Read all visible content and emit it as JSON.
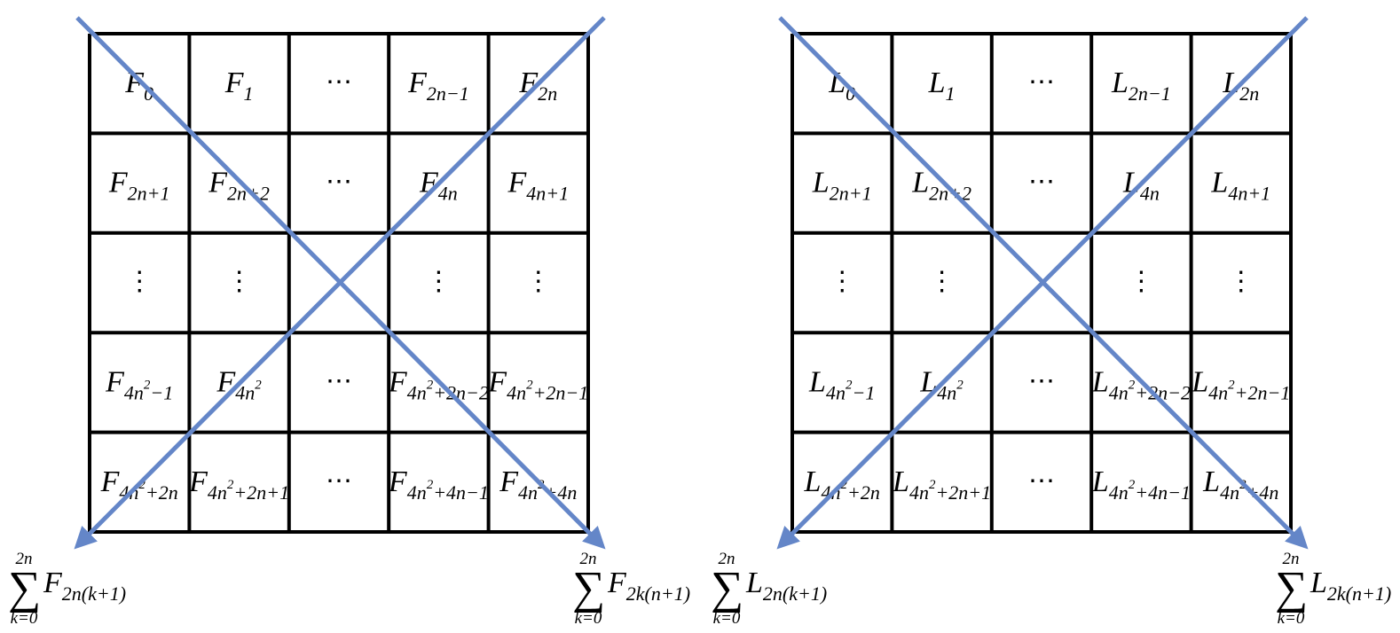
{
  "matrices": [
    {
      "name": "fibonacci",
      "rows": [
        [
          {
            "sym": "F",
            "sub": "0"
          },
          {
            "sym": "F",
            "sub": "1"
          },
          {
            "text": "⋯"
          },
          {
            "sym": "F",
            "sub": "2n−1"
          },
          {
            "sym": "F",
            "sub": "2n"
          }
        ],
        [
          {
            "sym": "F",
            "sub": "2n+1"
          },
          {
            "sym": "F",
            "sub": "2n+2"
          },
          {
            "text": "⋯"
          },
          {
            "sym": "F",
            "sub": "4n"
          },
          {
            "sym": "F",
            "sub": "4n+1"
          }
        ],
        [
          {
            "text": "⋮"
          },
          {
            "text": "⋮"
          },
          {
            "text": "⋱"
          },
          {
            "text": "⋮"
          },
          {
            "text": "⋮"
          }
        ],
        [
          {
            "sym": "F",
            "sub": "4n",
            "sup": "2",
            "rest": "−1"
          },
          {
            "sym": "F",
            "sub": "4n",
            "sup": "2",
            "rest": ""
          },
          {
            "text": "⋯"
          },
          {
            "sym": "F",
            "sub": "4n",
            "sup": "2",
            "rest": "+2n−2"
          },
          {
            "sym": "F",
            "sub": "4n",
            "sup": "2",
            "rest": "+2n−1"
          }
        ],
        [
          {
            "sym": "F",
            "sub": "4n",
            "sup": "2",
            "rest": "+2n"
          },
          {
            "sym": "F",
            "sub": "4n",
            "sup": "2",
            "rest": "+2n+1"
          },
          {
            "text": "⋯"
          },
          {
            "sym": "F",
            "sub": "4n",
            "sup": "2",
            "rest": "+4n−1"
          },
          {
            "sym": "F",
            "sub": "4n",
            "sup": "2",
            "rest": "+4n"
          }
        ]
      ],
      "sums": [
        {
          "upper": "2n",
          "lower": "k=0",
          "sym": "F",
          "sub": "2n(k+1)"
        },
        {
          "upper": "2n",
          "lower": "k=0",
          "sym": "F",
          "sub": "2k(n+1)"
        }
      ]
    },
    {
      "name": "lucas",
      "rows": [
        [
          {
            "sym": "L",
            "sub": "0"
          },
          {
            "sym": "L",
            "sub": "1"
          },
          {
            "text": "⋯"
          },
          {
            "sym": "L",
            "sub": "2n−1"
          },
          {
            "sym": "L",
            "sub": "2n"
          }
        ],
        [
          {
            "sym": "L",
            "sub": "2n+1"
          },
          {
            "sym": "L",
            "sub": "2n+2"
          },
          {
            "text": "⋯"
          },
          {
            "sym": "L",
            "sub": "4n"
          },
          {
            "sym": "L",
            "sub": "4n+1"
          }
        ],
        [
          {
            "text": "⋮"
          },
          {
            "text": "⋮"
          },
          {
            "text": "⋱"
          },
          {
            "text": "⋮"
          },
          {
            "text": "⋮"
          }
        ],
        [
          {
            "sym": "L",
            "sub": "4n",
            "sup": "2",
            "rest": "−1"
          },
          {
            "sym": "L",
            "sub": "4n",
            "sup": "2",
            "rest": ""
          },
          {
            "text": "⋯"
          },
          {
            "sym": "L",
            "sub": "4n",
            "sup": "2",
            "rest": "+2n−2"
          },
          {
            "sym": "L",
            "sub": "4n",
            "sup": "2",
            "rest": "+2n−1"
          }
        ],
        [
          {
            "sym": "L",
            "sub": "4n",
            "sup": "2",
            "rest": "+2n"
          },
          {
            "sym": "L",
            "sub": "4n",
            "sup": "2",
            "rest": "+2n+1"
          },
          {
            "text": "⋯"
          },
          {
            "sym": "L",
            "sub": "4n",
            "sup": "2",
            "rest": "+4n−1"
          },
          {
            "sym": "L",
            "sub": "4n",
            "sup": "2",
            "rest": "+4n"
          }
        ]
      ],
      "sums": [
        {
          "upper": "2n",
          "lower": "k=0",
          "sym": "L",
          "sub": "2n(k+1)"
        },
        {
          "upper": "2n",
          "lower": "k=0",
          "sym": "L",
          "sub": "2k(n+1)"
        }
      ]
    }
  ],
  "colors": {
    "grid": "#000000",
    "arrow": "#6486c8"
  }
}
